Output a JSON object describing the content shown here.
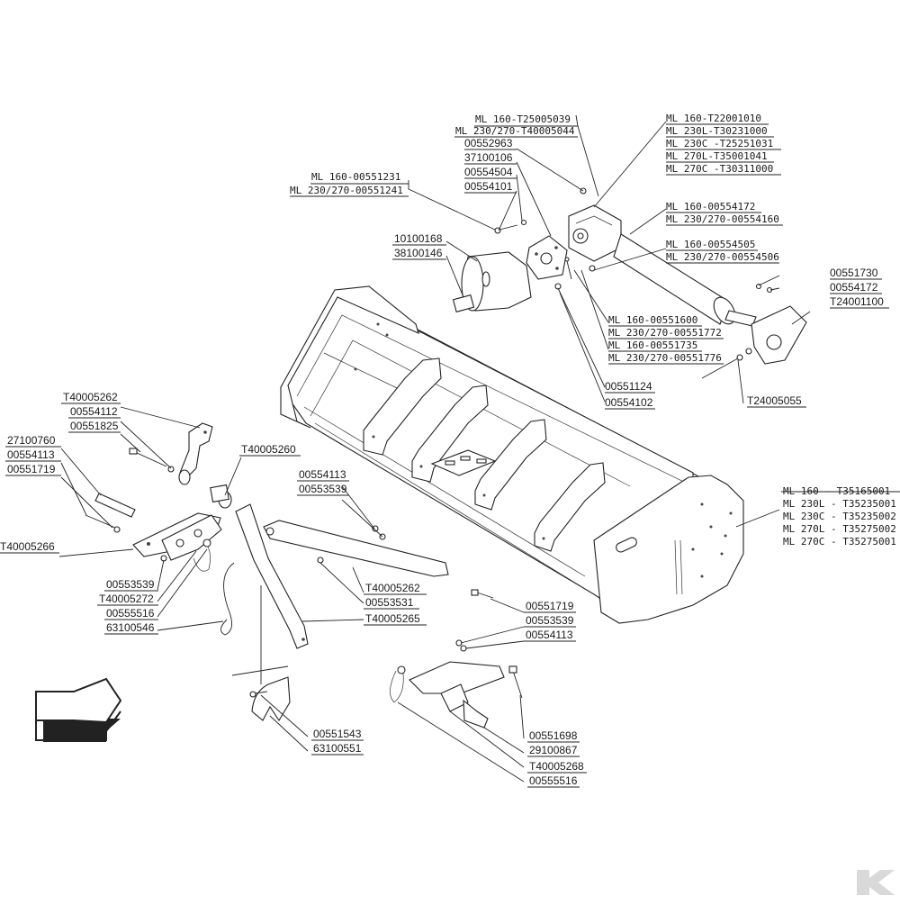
{
  "labels": {
    "l_ml160_t25005039": "ML 160-T25005039",
    "l_ml230_t40005044": "ML 230/270-T40005044",
    "l_00552963": "00552963",
    "l_37100106": "37100106",
    "l_00554504": "00554504",
    "l_00554101": "00554101",
    "l_ml160_00551231": "ML 160-00551231",
    "l_ml230_00551241": "ML 230/270-00551241",
    "l_10100168": "10100168",
    "l_38100146": "38100146",
    "l_ml160_t22001010": "ML 160-T22001010",
    "l_ml230l_t30231000": "ML 230L-T30231000",
    "l_ml230c_t25251031": "ML 230C -T25251031",
    "l_ml270l_t35001041": "ML 270L-T35001041",
    "l_ml270c_t30311000": "ML 270C -T30311000",
    "l_ml160_00554172": "ML 160-00554172",
    "l_ml230_00554160": "ML 230/270-00554160",
    "l_ml160_00554505": "ML 160-00554505",
    "l_ml230_00554506": "ML 230/270-00554506",
    "l_00551730": "00551730",
    "l_00554172": "00554172",
    "l_t24001100": "T24001100",
    "l_ml160_00551600": "ML 160-00551600",
    "l_ml230_00551772": "ML 230/270-00551772",
    "l_ml160_00551735": "ML 160-00551735",
    "l_ml230_00551776": "ML 230/270-00551776",
    "l_00551124": "00551124",
    "l_00554102": "00554102",
    "l_t24005055": "T24005055",
    "l_t40005262_a": "T40005262",
    "l_00554112": "00554112",
    "l_00551825": "00551825",
    "l_27100760": "27100760",
    "l_00554113_a": "00554113",
    "l_00551719_a": "00551719",
    "l_t40005260": "T40005260",
    "l_00554113_b": "00554113",
    "l_00553539_a": "00553539",
    "l_t40005266": "T40005266",
    "l_00553539_b": "00553539",
    "l_t40005272": "T40005272",
    "l_00555516_a": "00555516",
    "l_63100546": "63100546",
    "l_t40005262_b": "T40005262",
    "l_00553531": "00553531",
    "l_t40005265": "T40005265",
    "l_00551719_b": "00551719",
    "l_00553539_c": "00553539",
    "l_00554113_c": "00554113",
    "l_ml160_t35165001": "ML 160  - T35165001",
    "l_ml230l_t35235001": "ML 230L - T35235001",
    "l_ml230c_t35235002": "ML 230C - T35235002",
    "l_ml270l_t35275002": "ML 270L - T35275002",
    "l_ml270c_t35275001": "ML 270C - T35275001",
    "l_00551543": "00551543",
    "l_63100551": "63100551",
    "l_00551698": "00551698",
    "l_29100867": "29100867",
    "l_t40005268": "T40005268",
    "l_00555516_b": "00555516"
  },
  "icons": {
    "direction_arrow": "left-arrow-icon",
    "brand_logo": "k-logo-icon"
  },
  "colors": {
    "line": "#222222",
    "logo": "#d9d9d9"
  }
}
